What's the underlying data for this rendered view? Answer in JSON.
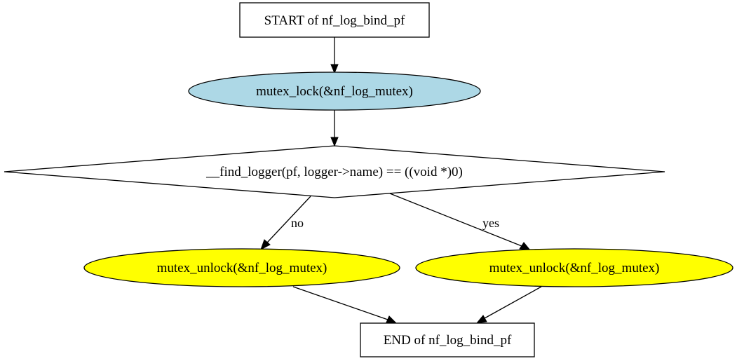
{
  "nodes": {
    "start": {
      "label": "START of nf_log_bind_pf",
      "fill": "#ffffff"
    },
    "lock": {
      "label": "mutex_lock(&nf_log_mutex)",
      "fill": "#add8e6"
    },
    "decision": {
      "label": "__find_logger(pf, logger->name) == ((void *)0)",
      "fill": "#ffffff"
    },
    "unlock_no": {
      "label": "mutex_unlock(&nf_log_mutex)",
      "fill": "#ffff00"
    },
    "unlock_yes": {
      "label": "mutex_unlock(&nf_log_mutex)",
      "fill": "#ffff00"
    },
    "end": {
      "label": "END of nf_log_bind_pf",
      "fill": "#ffffff"
    }
  },
  "edges": {
    "no_label": "no",
    "yes_label": "yes"
  }
}
